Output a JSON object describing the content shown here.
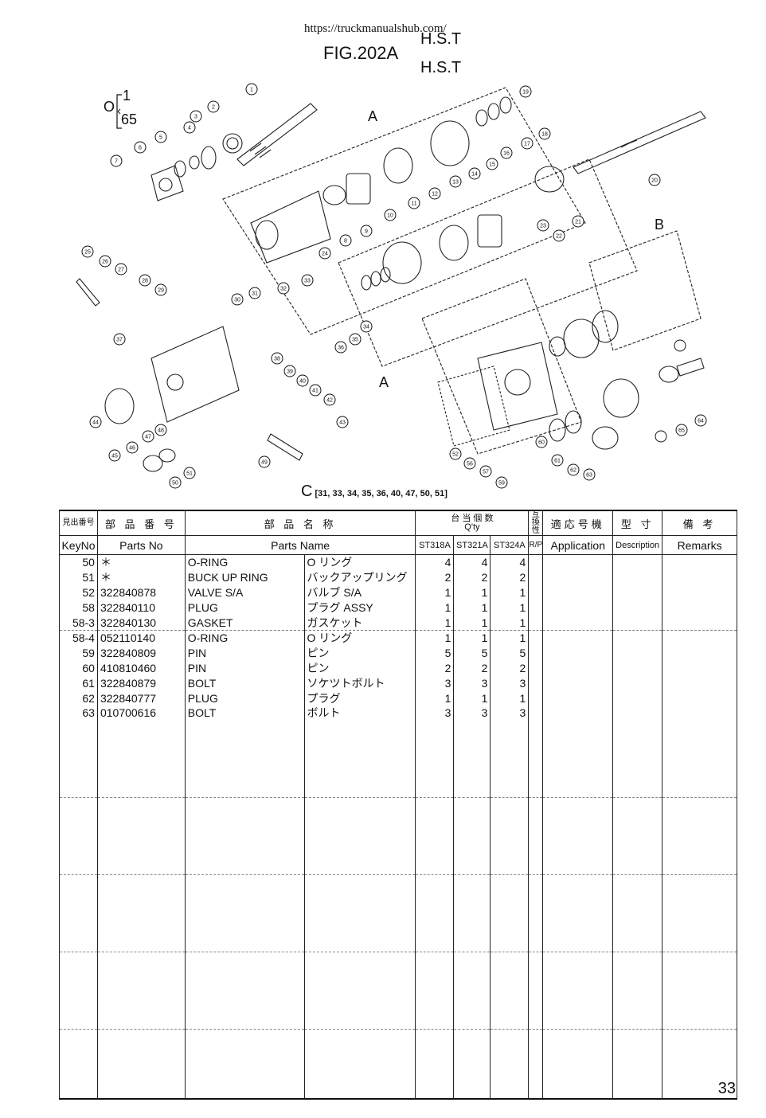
{
  "header": {
    "url": "https://truckmanualshub.com/",
    "section_top": "H.S.T",
    "figure": "FIG.202A",
    "section": "H.S.T",
    "qty_marker": "O",
    "qty_from": "1",
    "qty_to": "65"
  },
  "diagram": {
    "labels": [
      "A",
      "A",
      "B",
      "C"
    ],
    "c_note": "[31, 33, 34, 35, 36, 40, 47, 50, 51]",
    "callouts": [
      "1",
      "2",
      "3",
      "4",
      "5",
      "6",
      "7",
      "8",
      "9",
      "10",
      "11",
      "12",
      "13",
      "14",
      "15",
      "16",
      "17",
      "18",
      "19",
      "20",
      "21",
      "22",
      "23",
      "24",
      "25",
      "26",
      "27",
      "28",
      "29",
      "30",
      "31",
      "32",
      "33",
      "34",
      "35",
      "36",
      "37",
      "38",
      "39",
      "40",
      "41",
      "42",
      "43",
      "44",
      "45",
      "46",
      "47",
      "48",
      "49",
      "50",
      "51",
      "52",
      "56",
      "57",
      "59",
      "60",
      "61",
      "62",
      "63",
      "64",
      "65"
    ]
  },
  "table": {
    "headers_jp": {
      "key_no": "見出番号",
      "parts_no": "部 品 番 号",
      "parts_name": "部 品 名 称",
      "qty": "台 当 個 数",
      "interchange": "互換性",
      "application": "適応号機",
      "description": "型 寸",
      "remarks": "備 考"
    },
    "headers_en": {
      "key_no": "KeyNo",
      "parts_no": "Parts No",
      "parts_name": "Parts Name",
      "qty": "Q'ty",
      "model1": "ST318A",
      "model2": "ST321A",
      "model3": "ST324A",
      "rp": "R/P",
      "application": "Application",
      "description": "Description",
      "remarks": "Remarks"
    },
    "rows": [
      {
        "key": "50",
        "part_no": "＊",
        "name_en": "O-RING",
        "name_jp": "O リング",
        "q1": "4",
        "q2": "4",
        "q3": "4"
      },
      {
        "key": "51",
        "part_no": "＊",
        "name_en": "BUCK UP RING",
        "name_jp": "バックアップリング",
        "q1": "2",
        "q2": "2",
        "q3": "2"
      },
      {
        "key": "52",
        "part_no": "322840878",
        "name_en": "VALVE S/A",
        "name_jp": "バルブ S/A",
        "q1": "1",
        "q2": "1",
        "q3": "1"
      },
      {
        "key": "58",
        "part_no": "322840110",
        "name_en": "PLUG",
        "name_jp": "プラグ ASSY",
        "q1": "1",
        "q2": "1",
        "q3": "1"
      },
      {
        "key": "58-3",
        "part_no": "322840130",
        "name_en": "GASKET",
        "name_jp": "ガスケット",
        "q1": "1",
        "q2": "1",
        "q3": "1"
      },
      {
        "key": "58-4",
        "part_no": "052110140",
        "name_en": "O-RING",
        "name_jp": "O リング",
        "q1": "1",
        "q2": "1",
        "q3": "1"
      },
      {
        "key": "59",
        "part_no": "322840809",
        "name_en": "PIN",
        "name_jp": "ピン",
        "q1": "5",
        "q2": "5",
        "q3": "5"
      },
      {
        "key": "60",
        "part_no": "410810460",
        "name_en": "PIN",
        "name_jp": "ピン",
        "q1": "2",
        "q2": "2",
        "q3": "2"
      },
      {
        "key": "61",
        "part_no": "322840879",
        "name_en": "BOLT",
        "name_jp": "ソケツトボルト",
        "q1": "3",
        "q2": "3",
        "q3": "3"
      },
      {
        "key": "62",
        "part_no": "322840777",
        "name_en": "PLUG",
        "name_jp": "プラグ",
        "q1": "1",
        "q2": "1",
        "q3": "1"
      },
      {
        "key": "63",
        "part_no": "010700616",
        "name_en": "BOLT",
        "name_jp": "ボルト",
        "q1": "3",
        "q2": "3",
        "q3": "3"
      }
    ]
  },
  "footer": {
    "page_number": "33"
  }
}
